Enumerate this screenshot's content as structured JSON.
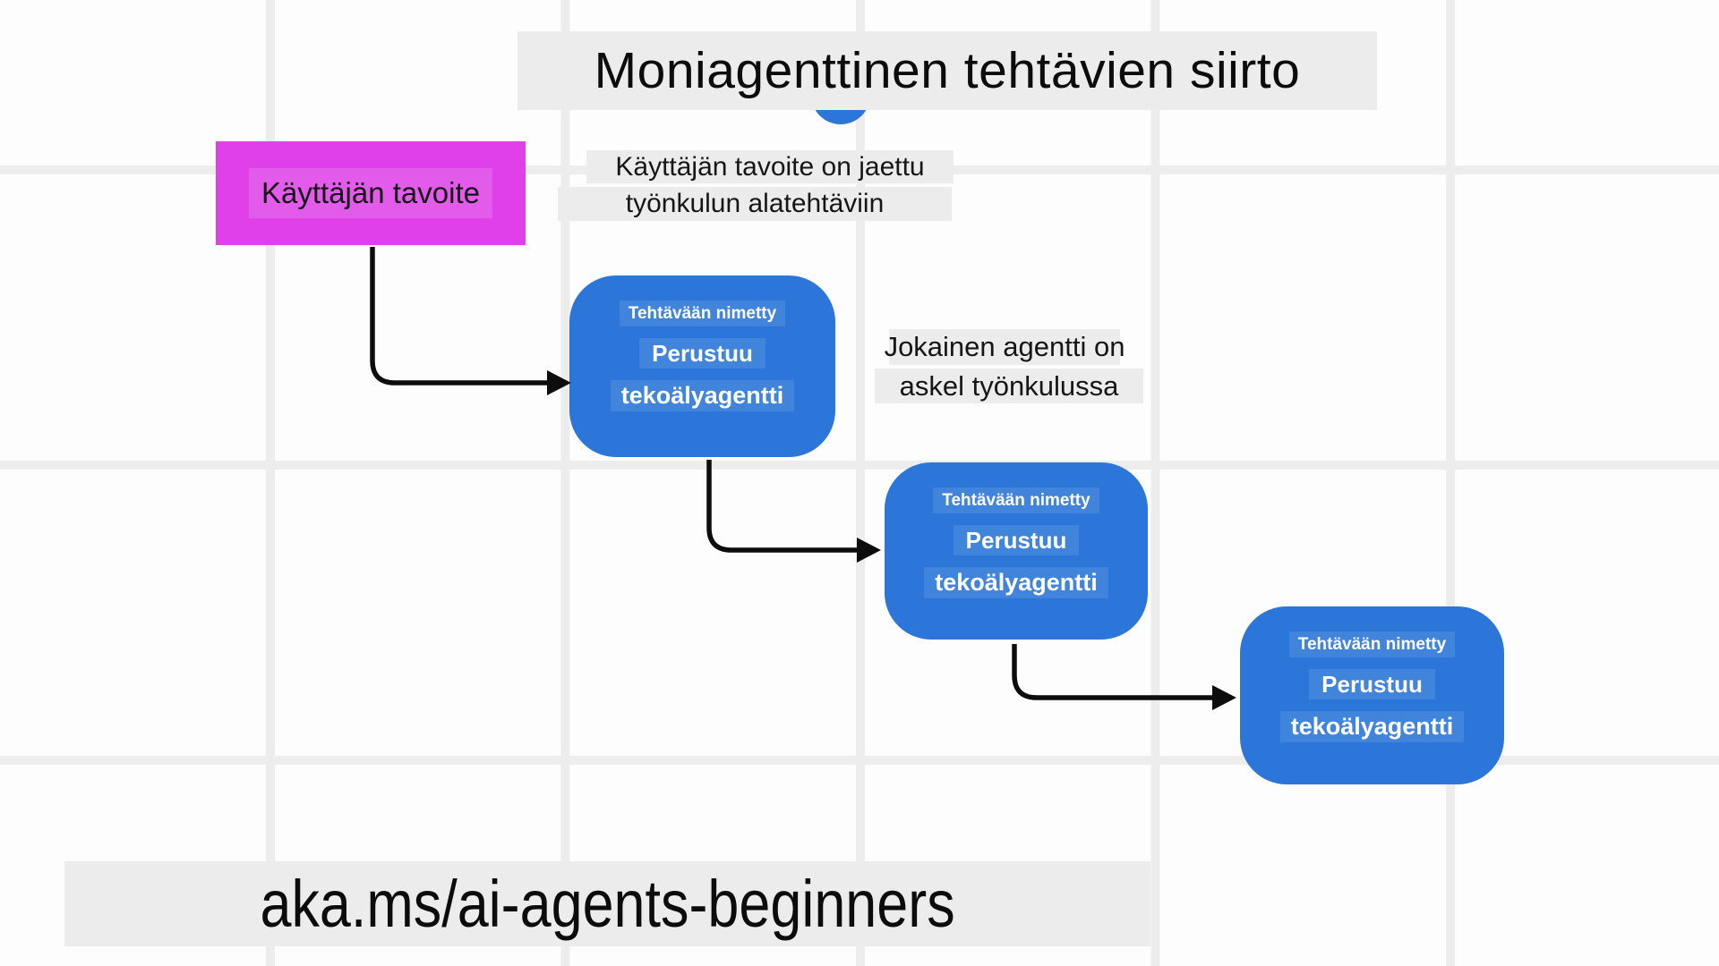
{
  "title": "Moniagenttinen tehtävien siirto",
  "goal": {
    "label": "Käyttäjän tavoite"
  },
  "notes": {
    "split": {
      "line1": "Käyttäjän tavoite on jaettu",
      "line2": "työnkulun alatehtäviin"
    },
    "step": {
      "line1": "Jokainen agentti on",
      "line2": "askel työnkulussa"
    }
  },
  "agents": [
    {
      "assigned": "Tehtävään nimetty",
      "based": "Perustuu",
      "agent": "tekoälyagentti"
    },
    {
      "assigned": "Tehtävään nimetty",
      "based": "Perustuu",
      "agent": "tekoälyagentti"
    },
    {
      "assigned": "Tehtävään nimetty",
      "based": "Perustuu",
      "agent": "tekoälyagentti"
    }
  ],
  "footer": {
    "link": "aka.ms/ai-agents-beginners"
  },
  "colors": {
    "agent_blue": "#2B76D8",
    "goal_magenta": "#DF40E7",
    "panel_gray": "#ECECEC",
    "grid_gray": "#EDEDED",
    "arrow_black": "#0D0D0D"
  }
}
